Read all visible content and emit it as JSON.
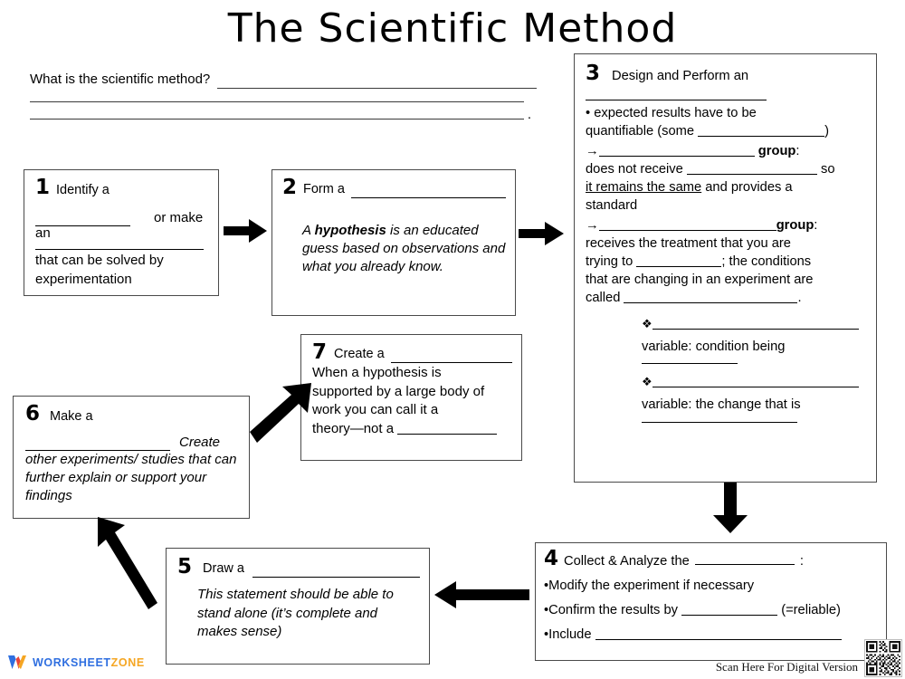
{
  "title": "The Scientific Method",
  "intro": {
    "question": "What is the scientific method?",
    "period": "."
  },
  "boxes": {
    "box1": {
      "number": "1",
      "line1": "Identify a",
      "or_make": "or make",
      "an": "an",
      "line4": "that can be solved by",
      "line5": "experimentation"
    },
    "box2": {
      "number": "2",
      "line1": "Form a",
      "def_a": "A ",
      "def_bold": "hypothesis",
      "def_rest": " is an educated guess based on observations and what you already know."
    },
    "box3": {
      "number": "3",
      "heading": "Design and Perform an",
      "bullet1_a": "• expected results have to be",
      "bullet1_b": "quantifiable (some",
      "bullet1_c": ")",
      "arrow": "→",
      "group_label": "group",
      "colon": ":",
      "ctrl_line1": "does not receive",
      "ctrl_so": "so",
      "ctrl_underlined": "it remains the same",
      "ctrl_line2": " and provides a",
      "ctrl_line3": "standard",
      "exp_line1": "receives the treatment that you are",
      "exp_trying": "trying to",
      "exp_conditions": "; the conditions",
      "exp_line3": "that are changing in an experiment are",
      "exp_called": "called",
      "exp_period": ".",
      "diamond": "❖",
      "var1_text": "variable:  condition being",
      "var2_text": "variable:  the change that is"
    },
    "box4": {
      "number": "4",
      "heading": "Collect & Analyze the",
      "heading_colon": ":",
      "bullet1": "•Modify the experiment if necessary",
      "bullet2_a": "•Confirm the results by",
      "bullet2_b": "(=reliable)",
      "bullet3": "•Include"
    },
    "box5": {
      "number": "5",
      "line1": "Draw a",
      "body": "This statement should be able to stand alone (it’s complete and makes sense)"
    },
    "box6": {
      "number": "6",
      "line1": "Make a",
      "create": "Create",
      "body": "other experiments/ studies that can further explain or support your findings"
    },
    "box7": {
      "number": "7",
      "line1": "Create a",
      "body_line1": "When a hypothesis is",
      "body_line2": "supported by a large body of",
      "body_line3": "work you can call it a",
      "body_line4": "theory—not a"
    }
  },
  "footer": {
    "logo_word1": "WORKSHEET",
    "logo_word2": "ZONE",
    "scan_text": "Scan Here For Digital Version"
  },
  "colors": {
    "logo_blue": "#2f6fe0",
    "logo_orange": "#f5a623",
    "logo_red": "#e8453c",
    "border": "#4a4a4a",
    "rule": "#3a3a3a"
  },
  "icons": {
    "arrow_right": "arrow-right-icon",
    "arrow_down": "arrow-down-icon",
    "arrow_left": "arrow-left-icon",
    "arrow_up_left": "arrow-up-left-icon",
    "arrow_up_right": "arrow-up-right-icon",
    "qr": "qr-code-icon",
    "logo": "worksheet-zone-logo-icon"
  }
}
